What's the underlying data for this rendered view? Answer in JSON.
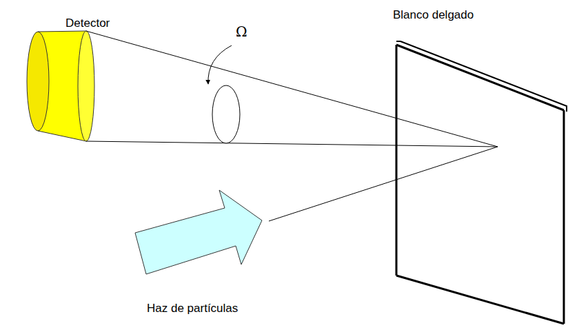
{
  "diagram": {
    "labels": [
      "Detector",
      "Ω",
      "Blanco delgado",
      "Haz de partículas"
    ]
  }
}
